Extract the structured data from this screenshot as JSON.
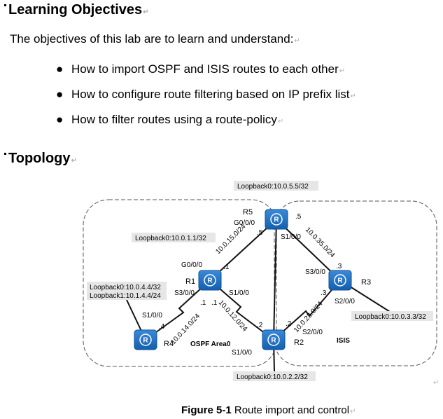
{
  "sections": {
    "objectives_title": "Learning Objectives",
    "intro": "The objectives of this lab are to learn and understand:",
    "bullets": [
      "How to import OSPF and ISIS routes to each other",
      "How to configure route filtering based on IP prefix list",
      "How to filter routes using a route-policy"
    ],
    "topology_title": "Topology"
  },
  "topology": {
    "routers": [
      "R5",
      "R1",
      "R3",
      "R4",
      "R2"
    ],
    "loopbacks": {
      "r5": "Loopback0:10.0.5.5/32",
      "r1": "Loopback0:10.0.1.1/32",
      "r4_a": "Loopback0:10.0.4.4/32",
      "r4_b": "Loopback1:10.1.4.4/24",
      "r3": "Loopback0:10.0.3.3/32",
      "r2": "Loopback0:10.0.2.2/32"
    },
    "networks": {
      "r1_r5": "10.0.15.0/24",
      "r5_r3": "10.0.35.0/24",
      "r1_r4": "10.0.14.0/24",
      "r1_r2": "10.0.12.0/24",
      "r2_r3": "10.0.23.0/24"
    },
    "interfaces": {
      "r5_g": "G0/0/0",
      "r5_s": "S1/0/0",
      "r1_g": "G0/0/0",
      "r1_s3": "S3/0/0",
      "r1_s1": "S1/0/0",
      "r4_s": "S1/0/0",
      "r3_s3": "S3/0/0",
      "r3_s2": "S2/0/0",
      "r2_s2": "S2/0/0",
      "r2_s1": "S1/0/0"
    },
    "hosts": {
      "r5_a": ".5",
      "r5_b": ".5",
      "r1_a": ".1",
      "r1_b": ".1",
      "r1_c": ".1",
      "r4": ".4",
      "r3_a": ".3",
      "r3_b": ".3",
      "r2_a": ".2",
      "r2_b": ".2"
    },
    "areas": {
      "ospf": "OSPF Area0",
      "isis": "ISIS"
    }
  },
  "caption": {
    "label": "Figure 5-1",
    "text": " Route import and control"
  },
  "paragraph_mark": "↵",
  "colors": {
    "router": "#1f6fbf",
    "router_dark": "#0d4f94"
  }
}
